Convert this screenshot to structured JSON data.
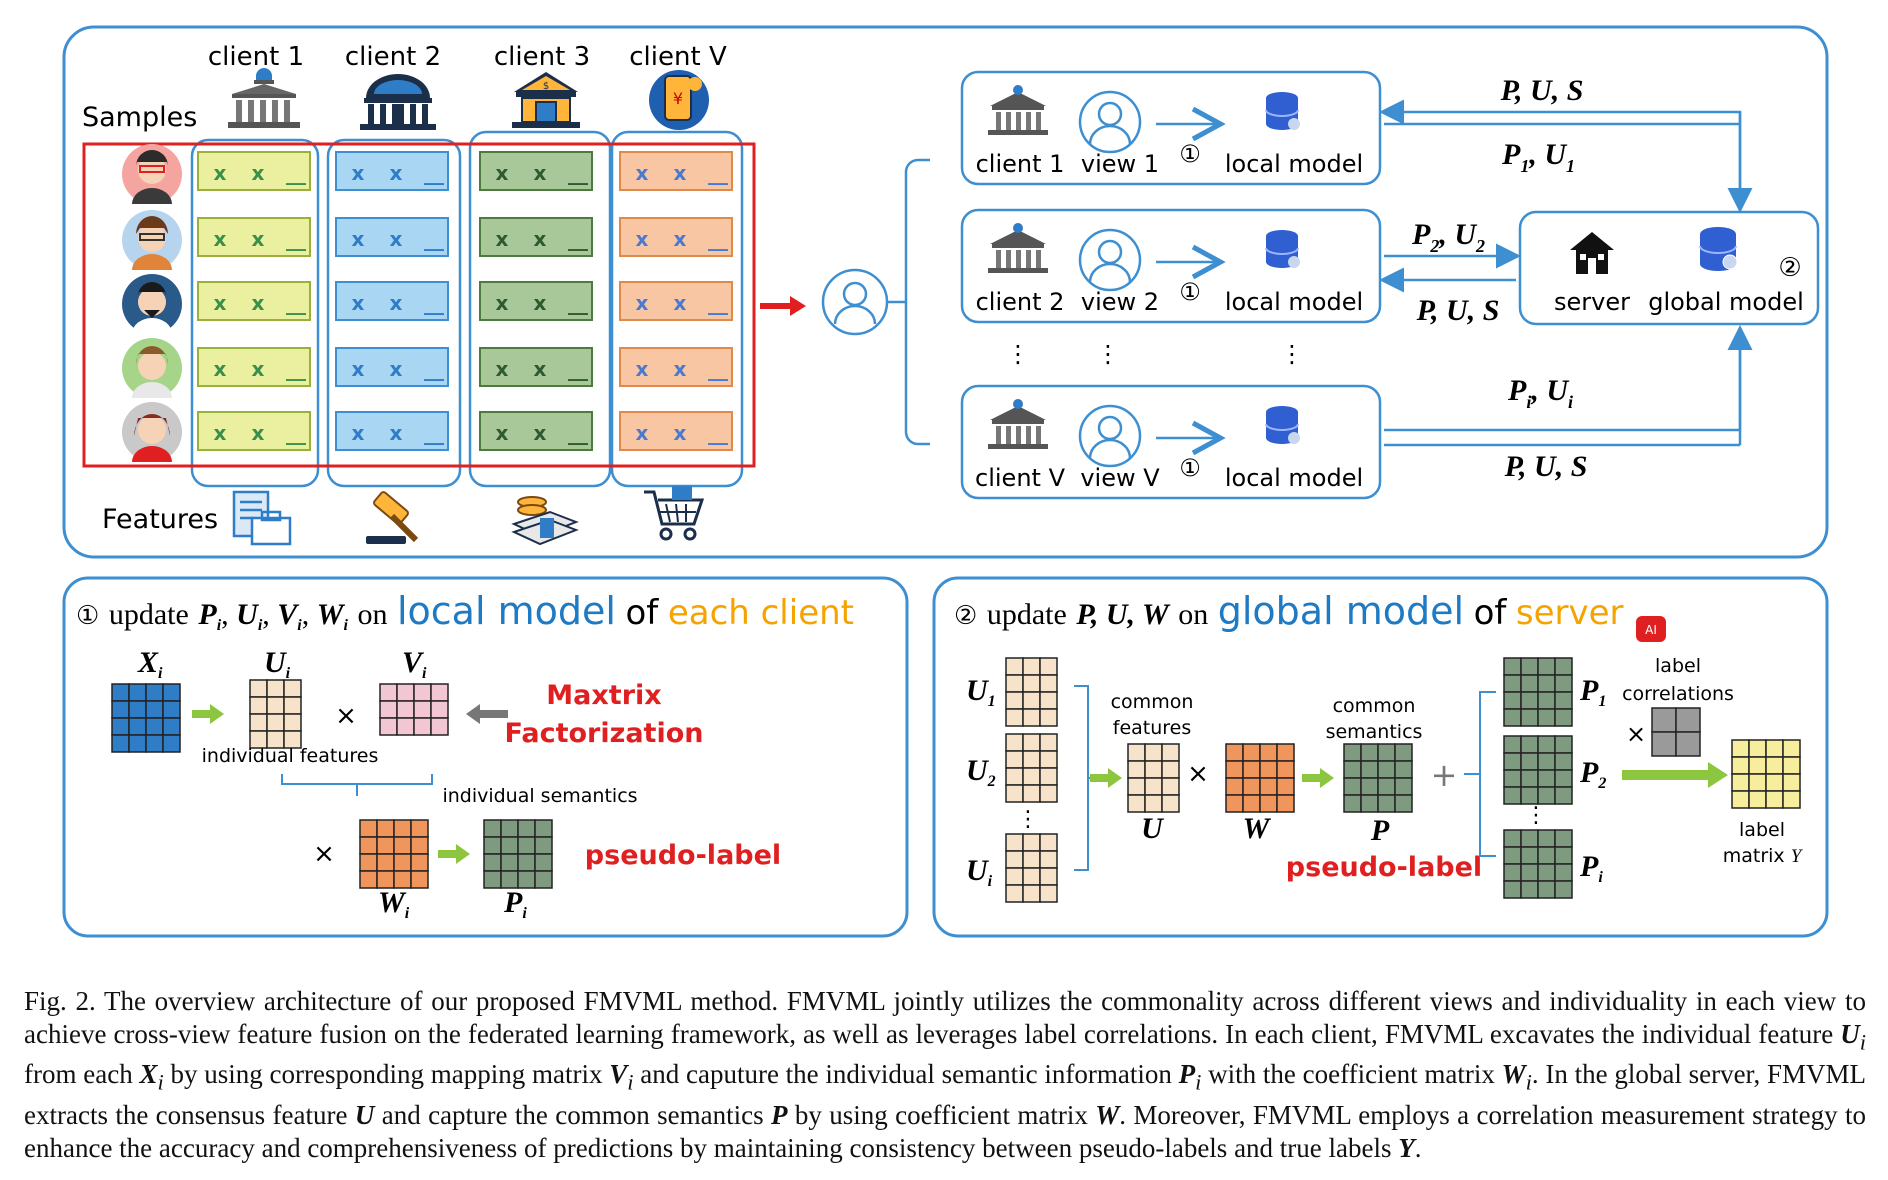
{
  "figure": {
    "clients": [
      "client 1",
      "client 2",
      "client 3",
      "client V"
    ],
    "samples_label": "Samples",
    "features_label": "Features",
    "feature_cell_marks": [
      "x",
      "x",
      "__"
    ],
    "client_rows": [
      {
        "client": "client 1",
        "view": "view 1",
        "step": "①",
        "model": "local model"
      },
      {
        "client": "client 2",
        "view": "view 2",
        "step": "①",
        "model": "local model"
      },
      {
        "client": "client V",
        "view": "view V",
        "step": "①",
        "model": "local model"
      }
    ],
    "dots": "⋮",
    "server_label": "server",
    "global_model_label": "global model",
    "server_step": "②",
    "flow_labels": {
      "down_1": "P, U, S",
      "up_1_main": "P",
      "up_1_sub": "1",
      "up_1_main2": "U",
      "up_1_sub2": "1",
      "up_2_main": "P",
      "up_2_sub": "2",
      "up_2_main2": "U",
      "up_2_sub2": "2",
      "down_2": "P, U, S",
      "up_i_main": "P",
      "up_i_sub": "i",
      "up_i_main2": "U",
      "up_i_sub2": "i",
      "down_v": "P, U, S"
    },
    "local_panel": {
      "step": "①",
      "prefix": "update",
      "vars": "P",
      "vars_sub": "i",
      "vars2": "U",
      "vars2_sub": "i",
      "vars3": "V",
      "vars3_sub": "i",
      "vars4": "W",
      "vars4_sub": "i",
      "on": "on",
      "title_blue": "local model",
      "of": "of",
      "title_orange": "each client",
      "x_label": "X",
      "x_sub": "i",
      "u_label": "U",
      "u_sub": "i",
      "v_label": "V",
      "v_sub": "i",
      "w_label": "W",
      "w_sub": "i",
      "p_label": "P",
      "p_sub": "i",
      "times": "×",
      "individual_features": "individual features",
      "individual_semantics": "individual semantics",
      "mf_line1": "Maxtrix",
      "mf_line2": "Factorization",
      "pseudo_label": "pseudo-label"
    },
    "global_panel": {
      "step": "②",
      "prefix": "update",
      "vars": "P, U, W",
      "on": "on",
      "title_blue": "global model",
      "of": "of",
      "title_orange": "server",
      "u_list": [
        {
          "l": "U",
          "s": "1"
        },
        {
          "l": "U",
          "s": "2"
        },
        {
          "l": "U",
          "s": "i"
        }
      ],
      "common_features": [
        "common",
        "features"
      ],
      "common_semantics": [
        "common",
        "semantics"
      ],
      "u_label": "U",
      "w_label": "W",
      "p_label": "P",
      "pseudo_label": "pseudo-label",
      "p_list": [
        {
          "l": "P",
          "s": "1"
        },
        {
          "l": "P",
          "s": "2"
        },
        {
          "l": "P",
          "s": "i"
        }
      ],
      "label_correlations": [
        "label",
        "correlations"
      ],
      "label_matrix": [
        "label",
        "matrix"
      ],
      "label_matrix_var": "Y",
      "times": "×",
      "plus": "+",
      "badge": "AI"
    },
    "colors": {
      "frame_blue": "#3d8fd1",
      "red": "#e02020",
      "title_blue": "#1f7ac4",
      "title_orange": "#f5a300",
      "yellow_cell": "#eaf0a0",
      "blue_cell": "#a9d6f3",
      "green_cell": "#a9c89a",
      "orange_cell": "#f8c6a2",
      "mat_blue": "#2f7cc7",
      "mat_beige": "#f6e3c9",
      "mat_pink": "#f2c6d2",
      "mat_orange": "#f0955c",
      "mat_green": "#7f9b7f",
      "mat_yellow": "#f6ee9c",
      "mat_gray": "#9a9a9a",
      "arrow_green": "#8cc63f"
    }
  },
  "caption": {
    "s1": "Fig. 2.  The overview architecture of our proposed FMVML method. FMVML jointly utilizes the commonality across different views and individuality in each view to achieve cross-view feature fusion on the federated learning framework, as well as leverages label correlations. In each client, FMVML excavates the individual feature ",
    "v1": "U",
    "v1s": "i",
    "s2": " from each ",
    "v2": "X",
    "v2s": "i",
    "s3": " by using corresponding mapping matrix ",
    "v3": "V",
    "v3s": "i",
    "s4": " and caputure the individual semantic information ",
    "v4": "P",
    "v4s": "i",
    "s5": " with the coefficient matrix ",
    "v5": "W",
    "v5s": "i",
    "s6": ". In the global server, FMVML extracts the consensus feature ",
    "v6": "U",
    "s7": " and capture the common semantics ",
    "v7": "P",
    "s8": " by using coefficient matrix ",
    "v8": "W",
    "s9": ". Moreover, FMVML employs a correlation measurement strategy to enhance the accuracy and comprehensiveness of predictions by maintaining consistency between pseudo-labels and true labels ",
    "v9": "Y",
    "s10": "."
  }
}
